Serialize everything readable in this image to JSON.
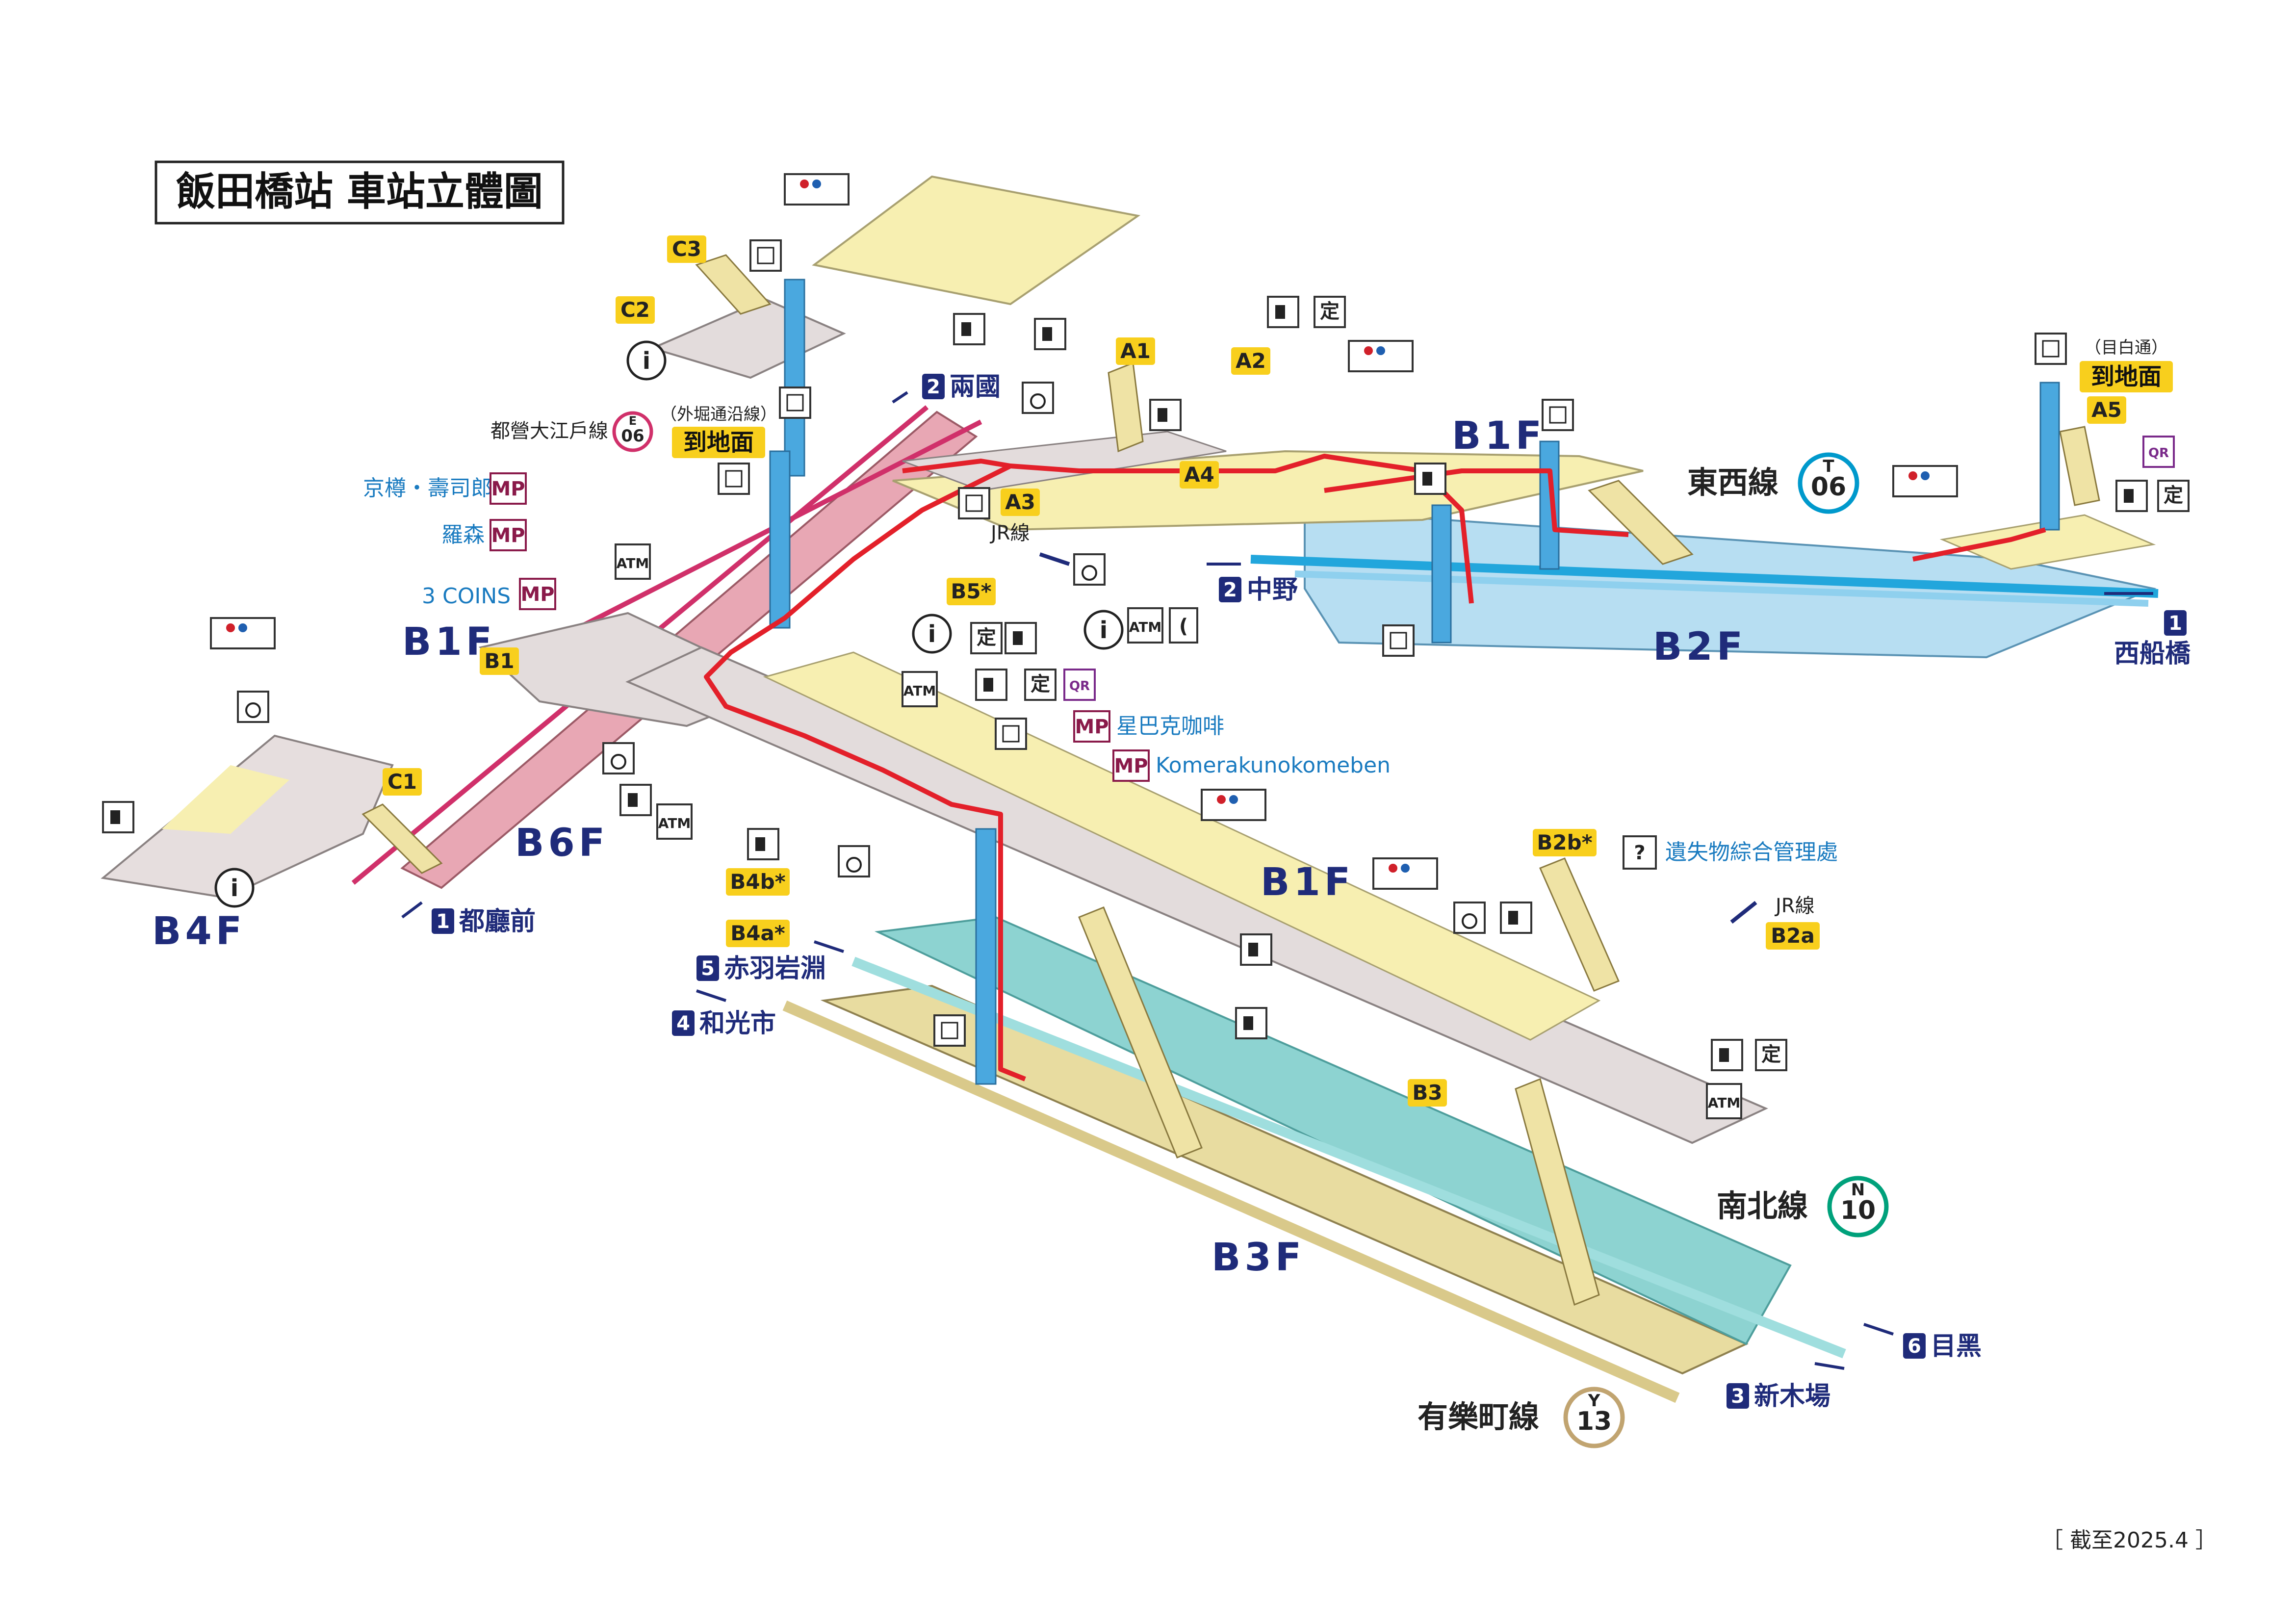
{
  "title": "飯田橋站 車站立體圖",
  "date_note": "［ 截至2025.4 ］",
  "floors": {
    "b1f_left": "B1F",
    "b1f_center": "B1F",
    "b1f_right": "B1F",
    "b2f": "B2F",
    "b3f": "B3F",
    "b4f": "B4F",
    "b6f": "B6F"
  },
  "exits": {
    "a1": "A1",
    "a2": "A2",
    "a3": "A3",
    "a4": "A4",
    "a5": "A5",
    "b1": "B1",
    "b2a": "B2a",
    "b2b": "B2b*",
    "b3": "B3",
    "b4a": "B4a*",
    "b4b": "B4b*",
    "b5": "B5*",
    "c1": "C1",
    "c2": "C2",
    "c3": "C3"
  },
  "to_ground_1": {
    "note": "（外堀通沿線）",
    "label": "到地面"
  },
  "to_ground_2": {
    "note": "（目白通）",
    "label": "到地面"
  },
  "directions": {
    "ryogoku": {
      "num": "2",
      "name": "兩國"
    },
    "nakano": {
      "num": "2",
      "name": "中野"
    },
    "nishifunabashi": {
      "num": "1",
      "name": "西船橋"
    },
    "tochomae": {
      "num": "1",
      "name": "都廳前"
    },
    "akabaneiwabuchi": {
      "num": "5",
      "name": "赤羽岩淵"
    },
    "wakoshi": {
      "num": "4",
      "name": "和光市"
    },
    "meguro": {
      "num": "6",
      "name": "目黑"
    },
    "shinkiba": {
      "num": "3",
      "name": "新木場"
    }
  },
  "jr_line_1": "JR線",
  "jr_line_2": "JR線",
  "oedo_line": "都營大江戶線",
  "oedo_badge": {
    "letter": "E",
    "num": "06"
  },
  "lines": {
    "tozai": {
      "name": "東西線",
      "letter": "T",
      "num": "06",
      "color": "#0099cc"
    },
    "namboku": {
      "name": "南北線",
      "letter": "N",
      "num": "10",
      "color": "#00a17b"
    },
    "yurakucho": {
      "name": "有樂町線",
      "letter": "Y",
      "num": "13",
      "color": "#c1a470"
    }
  },
  "shops": {
    "kyotaru": "京樽・壽司郎",
    "lawson": "羅森",
    "three_coins": "3 COINS",
    "starbucks": "星巴克咖啡",
    "komera": "Komerakunokomeben",
    "mp": "MP"
  },
  "lost_found": "遺失物綜合管理處",
  "icons": {
    "atm": "ATM",
    "qr": "QR",
    "teiki": "定",
    "info": "i"
  },
  "colors": {
    "concourse": "#f7efb1",
    "platform_pink": "#e8a7b4",
    "platform_blue": "#a8d8ef",
    "platform_teal": "#7fcfcf",
    "platform_tan": "#e5d89a",
    "gray_floor": "#e3dcdc",
    "route_red": "#e3202a",
    "elevator_blue": "#4aa8df",
    "exit_yellow": "#f8cf1d"
  }
}
